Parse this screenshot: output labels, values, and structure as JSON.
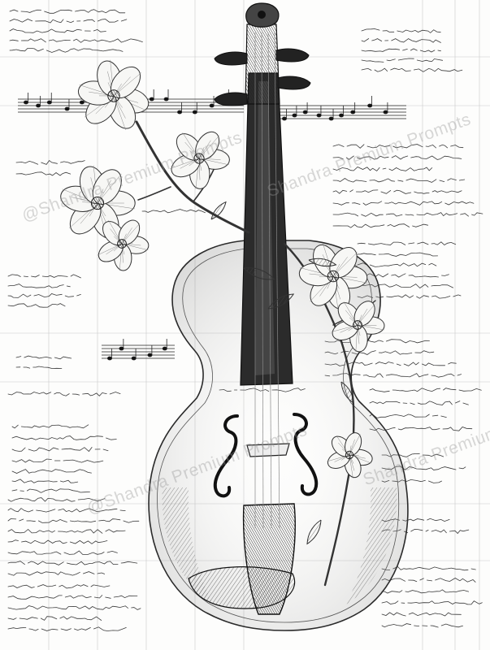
{
  "image": {
    "kind": "pen-and-ink illustration",
    "subject": "violin-with-flowering-branch",
    "palette": {
      "ink": "#1c1c1c",
      "mid": "#6f6f6f",
      "paper": "#fdfdfc",
      "watermark": "#969696"
    }
  },
  "watermarks": [
    {
      "text": "@Shandra Premium Prompts"
    },
    {
      "text": "Shandra Premium Prompts"
    },
    {
      "text": "@Shandra Premium Prompts"
    },
    {
      "text": "Shandra Premium Prompts"
    }
  ]
}
